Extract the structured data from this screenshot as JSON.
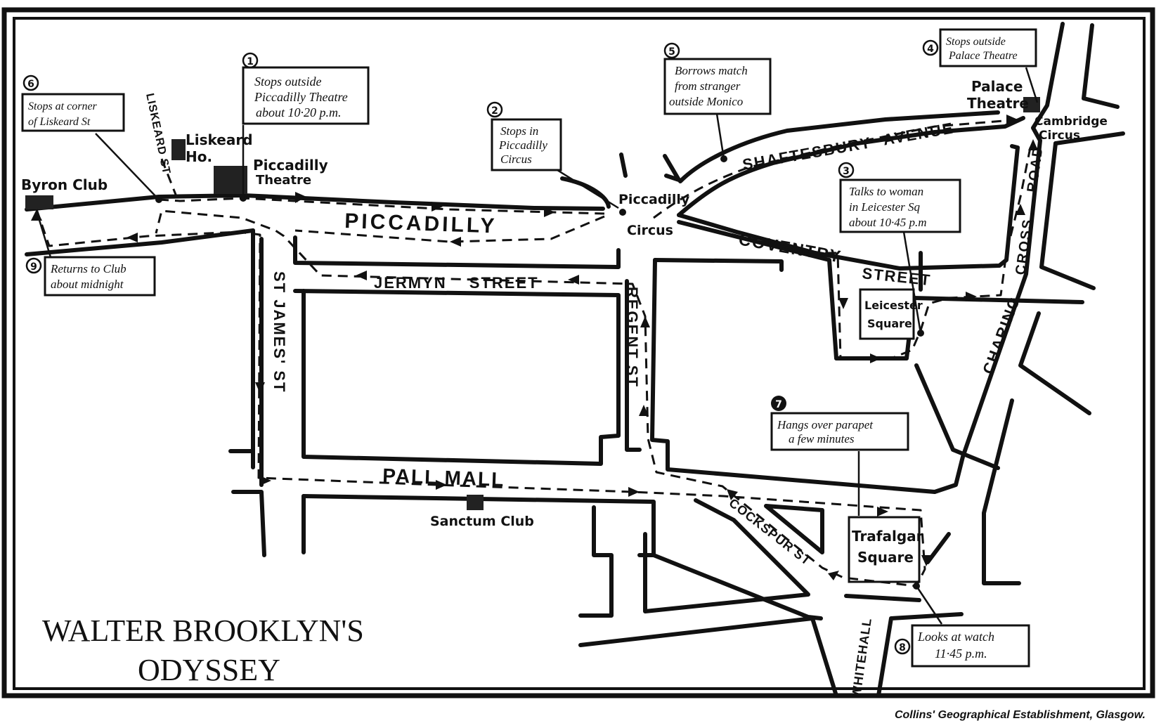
{
  "title": {
    "line1": "WALTER BROOKLYN'S",
    "line2": "ODYSSEY"
  },
  "credit": "Collins' Geographical Establishment, Glasgow.",
  "streets": {
    "piccadilly": "PICCADILLY",
    "jermyn": "JERMYN STREET",
    "pall_mall": "PALL MALL",
    "st_james": "ST JAMES' ST",
    "regent": "REGENT ST",
    "coventry": "COVENTRY",
    "coventry_street": "STREET",
    "shaftesbury": "SHAFTESBURY AVENUE",
    "charing": "CHARING",
    "cross_road": "CROSS ROAD",
    "cockspur": "COCKSPUR ST",
    "whitehall": "WHITEHALL",
    "liskeard": "LISKEARD ST"
  },
  "places": {
    "byron_club": "Byron Club",
    "liskeard_ho_1": "Liskeard",
    "liskeard_ho_2": "Ho.",
    "piccadilly_theatre_1": "Piccadilly",
    "piccadilly_theatre_2": "Theatre",
    "palace_theatre_1": "Palace",
    "palace_theatre_2": "Theatre",
    "cambridge_circus_1": "Cambridge",
    "cambridge_circus_2": "Circus",
    "piccadilly_circus_1": "Piccadilly",
    "piccadilly_circus_2": "Circus",
    "leicester_square_1": "Leicester",
    "leicester_square_2": "Square",
    "trafalgar_square_1": "Trafalgar",
    "trafalgar_square_2": "Square",
    "sanctum_club": "Sanctum Club"
  },
  "stops": [
    {
      "number": "1",
      "lines": [
        "Stops outside",
        "Piccadilly Theatre",
        "about 10·20 p.m."
      ]
    },
    {
      "number": "2",
      "lines": [
        "Stops in",
        "Piccadilly",
        "Circus"
      ]
    },
    {
      "number": "3",
      "lines": [
        "Talks to woman",
        "in Leicester Sq",
        "about 10·45 p.m"
      ]
    },
    {
      "number": "4",
      "lines": [
        "Stops outside",
        "Palace Theatre"
      ]
    },
    {
      "number": "5",
      "lines": [
        "Borrows match",
        "from stranger",
        "outside Monico"
      ]
    },
    {
      "number": "6",
      "lines": [
        "Stops at corner",
        "of Liskeard St"
      ]
    },
    {
      "number": "7",
      "lines": [
        "Hangs over parapet",
        "a few minutes"
      ]
    },
    {
      "number": "8",
      "lines": [
        "Looks at watch",
        "11·45 p.m."
      ]
    },
    {
      "number": "9",
      "lines": [
        "Returns to Club",
        "about midnight"
      ]
    }
  ]
}
